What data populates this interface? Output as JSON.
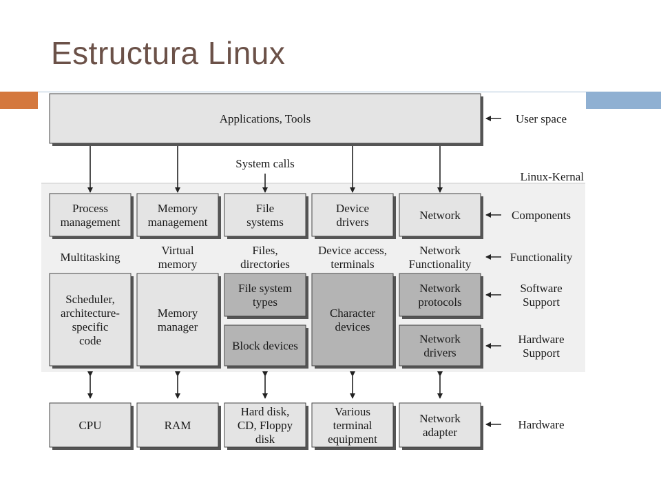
{
  "title": "Estructura Linux",
  "colors": {
    "title": "#6b5148",
    "accent_left": "#d4783e",
    "accent_right": "#8fb0d2",
    "box_light": "#e4e4e4",
    "box_dark": "#b4b4b4",
    "kernel_bg": "#f0f0f0"
  },
  "applications": "Applications, Tools",
  "system_calls": "System calls",
  "kernel_label": "Linux-Kernal",
  "components": [
    [
      "Process",
      "management"
    ],
    [
      "Memory",
      "management"
    ],
    [
      "File",
      "systems"
    ],
    [
      "Device",
      "drivers"
    ],
    [
      "Network"
    ]
  ],
  "functionality": [
    [
      "Multitasking"
    ],
    [
      "Virtual",
      "memory"
    ],
    [
      "Files,",
      "directories"
    ],
    [
      "Device access,",
      "terminals"
    ],
    [
      "Network",
      "Functionality"
    ]
  ],
  "software": {
    "scheduler": [
      "Scheduler,",
      "architecture-",
      "specific",
      "code"
    ],
    "memory_manager": [
      "Memory",
      "manager"
    ],
    "fs_types": [
      "File system",
      "types"
    ],
    "block_devices": [
      "Block devices"
    ],
    "char_devices": [
      "Character",
      "devices"
    ],
    "net_protocols": [
      "Network",
      "protocols"
    ],
    "net_drivers": [
      "Network",
      "drivers"
    ]
  },
  "hardware": [
    [
      "CPU"
    ],
    [
      "RAM"
    ],
    [
      "Hard disk,",
      "CD, Floppy",
      "disk"
    ],
    [
      "Various",
      "terminal",
      "equipment"
    ],
    [
      "Network",
      "adapter"
    ]
  ],
  "side_labels": {
    "user_space": [
      "User space"
    ],
    "components": [
      "Components"
    ],
    "functionality": [
      "Functionality"
    ],
    "software": [
      "Software",
      "Support"
    ],
    "hardware_support": [
      "Hardware",
      "Support"
    ],
    "hardware": [
      "Hardware"
    ]
  }
}
